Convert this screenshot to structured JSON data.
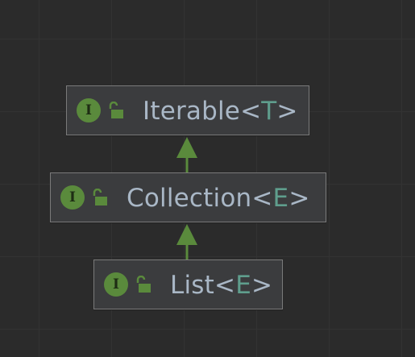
{
  "diagram": {
    "nodes": [
      {
        "id": "iterable",
        "kind_icon_letter": "I",
        "name": "Iterable",
        "open_bracket": "<",
        "type_param": "T",
        "close_bracket": ">"
      },
      {
        "id": "collection",
        "kind_icon_letter": "I",
        "name": "Collection",
        "open_bracket": "<",
        "type_param": "E",
        "close_bracket": ">"
      },
      {
        "id": "list",
        "kind_icon_letter": "I",
        "name": "List",
        "open_bracket": "<",
        "type_param": "E",
        "close_bracket": ">"
      }
    ],
    "edges": [
      {
        "from": "collection",
        "to": "iterable",
        "relation": "extends"
      },
      {
        "from": "list",
        "to": "collection",
        "relation": "extends"
      }
    ],
    "colors": {
      "background": "#2b2b2b",
      "node_fill": "#3b3c3e",
      "node_border": "#7a7a7a",
      "label_text": "#a9b7c6",
      "type_param_text": "#5f9e8d",
      "interface_icon": "#5a8a3c",
      "arrow": "#5a8a3c"
    }
  }
}
